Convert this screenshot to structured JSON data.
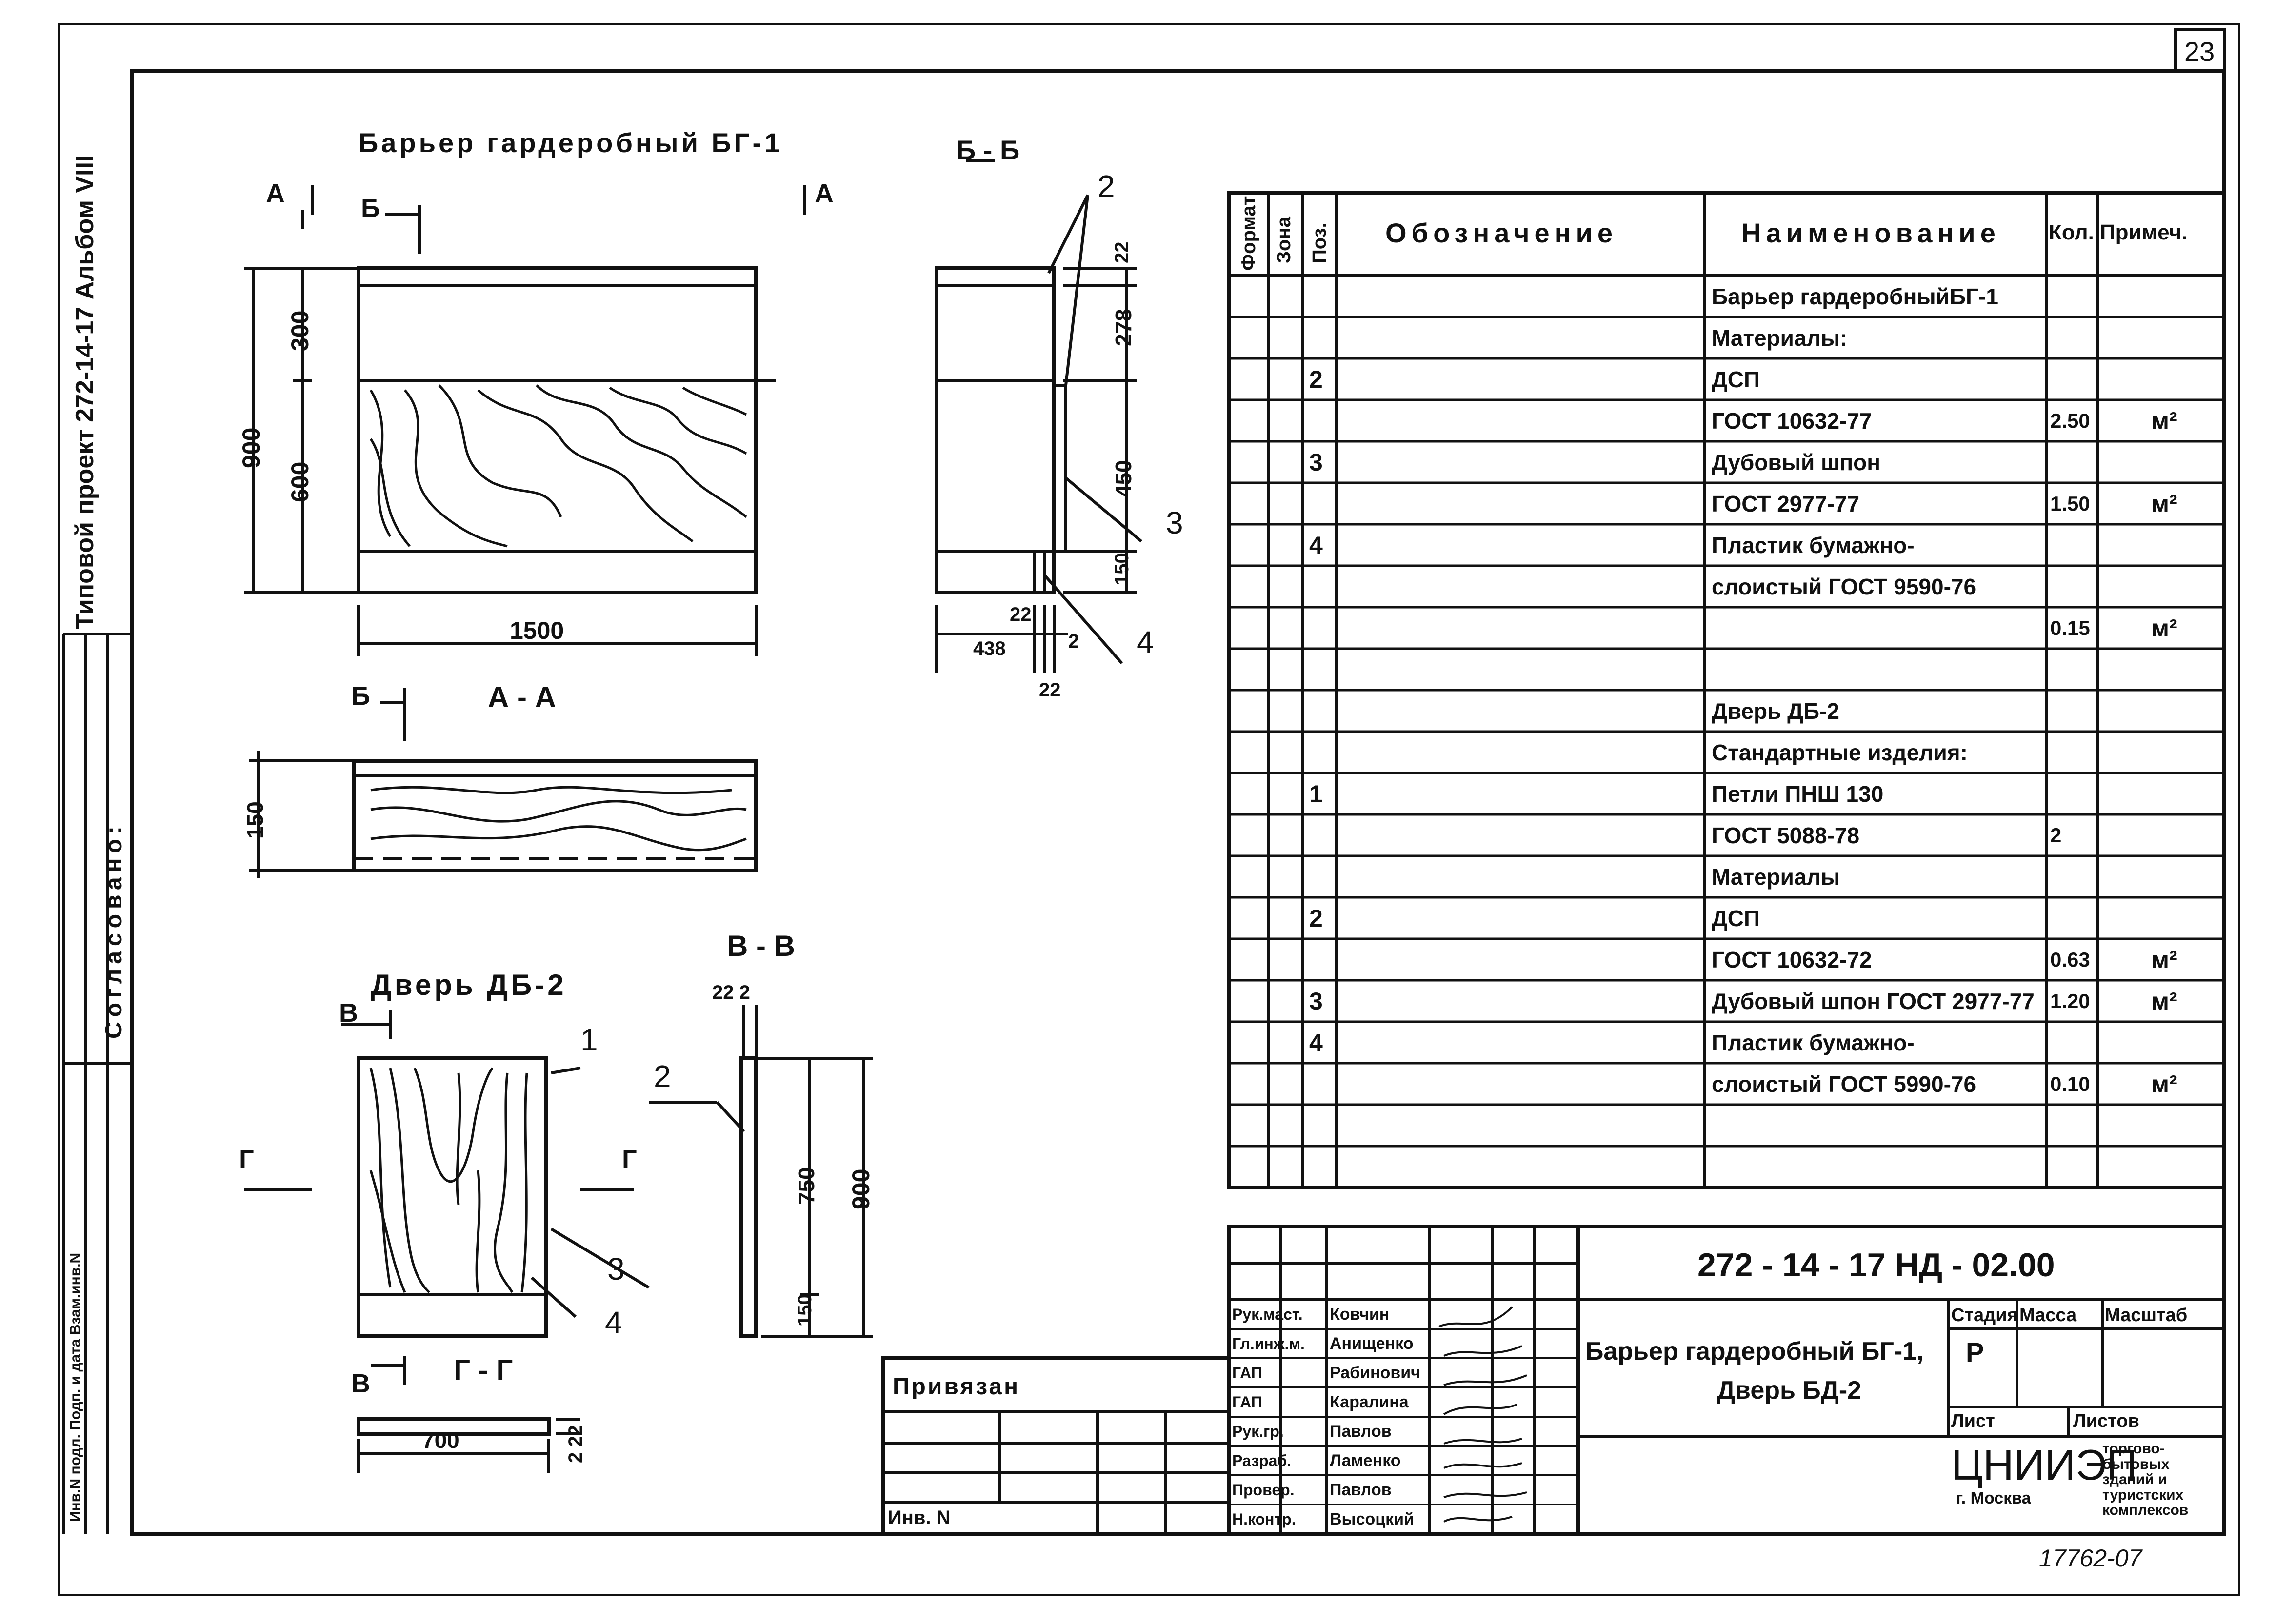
{
  "sheet": {
    "number": "23",
    "project_side": "Типовой проект 272-14-17 Альбом VIII",
    "agreed_side": "Согласовано:",
    "stamp_side": "Инв.N подл. Подп. и дата Взам.инв.N",
    "handwritten_number": "17762-07"
  },
  "views": {
    "barrier_title": "Барьер гардеробный БГ-1",
    "section_bb": "Б - Б",
    "section_aa": "А - А",
    "door_title": "Дверь ДБ-2",
    "section_vv": "В - В",
    "section_gg": "Г - Г",
    "cut_a_left": "А",
    "cut_a_right": "А",
    "cut_b": "Б",
    "cut_b2": "Б",
    "cut_v": "В",
    "cut_v2": "В",
    "cut_g_left": "Г",
    "cut_g_right": "Г"
  },
  "dimensions": {
    "d300": "300",
    "d600": "600",
    "d900": "900",
    "d1500": "1500",
    "d22a": "22",
    "d278": "278",
    "d450": "450",
    "d150a": "150",
    "d438": "438",
    "d22b": "22",
    "d2": "2",
    "d22c": "22",
    "d150b": "150",
    "d22_2": "22  2",
    "d750": "750",
    "d900b": "900",
    "d150c": "150",
    "d700": "700",
    "d2_22": "2 22"
  },
  "callouts": {
    "c2a": "2",
    "c3a": "3",
    "c4a": "4",
    "c1b": "1",
    "c2b": "2",
    "c3b": "3",
    "c4b": "4"
  },
  "spec_table": {
    "headers": {
      "format": "Формат",
      "zone": "Зона",
      "pos": "Поз.",
      "designation": "Обозначение",
      "name": "Наименование",
      "qty": "Кол.",
      "note": "Примеч."
    },
    "rows": [
      {
        "pos": "",
        "name": "Барьер гардеробныйБГ-1",
        "qty": "",
        "note": ""
      },
      {
        "pos": "",
        "name": "Материалы:",
        "qty": "",
        "note": ""
      },
      {
        "pos": "2",
        "name": "ДСП",
        "qty": "",
        "note": ""
      },
      {
        "pos": "",
        "name": "ГОСТ 10632-77",
        "qty": "2.50",
        "note": "м²"
      },
      {
        "pos": "3",
        "name": "Дубовый шпон",
        "qty": "",
        "note": ""
      },
      {
        "pos": "",
        "name": "ГОСТ 2977-77",
        "qty": "1.50",
        "note": "м²"
      },
      {
        "pos": "4",
        "name": "Пластик бумажно-",
        "qty": "",
        "note": ""
      },
      {
        "pos": "",
        "name": "слоистый ГОСТ 9590-76",
        "qty": "",
        "note": ""
      },
      {
        "pos": "",
        "name": "",
        "qty": "0.15",
        "note": "м²"
      },
      {
        "pos": "",
        "name": "",
        "qty": "",
        "note": ""
      },
      {
        "pos": "",
        "name": "Дверь ДБ-2",
        "qty": "",
        "note": ""
      },
      {
        "pos": "",
        "name": "Стандартные изделия:",
        "qty": "",
        "note": ""
      },
      {
        "pos": "1",
        "name": "Петли ПНШ 130",
        "qty": "",
        "note": ""
      },
      {
        "pos": "",
        "name": "ГОСТ 5088-78",
        "qty": "2",
        "note": ""
      },
      {
        "pos": "",
        "name": "Материалы",
        "qty": "",
        "note": ""
      },
      {
        "pos": "2",
        "name": "ДСП",
        "qty": "",
        "note": ""
      },
      {
        "pos": "",
        "name": "ГОСТ 10632-72",
        "qty": "0.63",
        "note": "м²"
      },
      {
        "pos": "3",
        "name": "Дубовый шпон ГОСТ 2977-77",
        "qty": "1.20",
        "note": "м²"
      },
      {
        "pos": "4",
        "name": "Пластик бумажно-",
        "qty": "",
        "note": ""
      },
      {
        "pos": "",
        "name": "слоистый ГОСТ 5990-76",
        "qty": "0.10",
        "note": "м²"
      },
      {
        "pos": "",
        "name": "",
        "qty": "",
        "note": ""
      },
      {
        "pos": "",
        "name": "",
        "qty": "",
        "note": ""
      }
    ]
  },
  "title_block": {
    "code": "272 - 14 - 17  НД - 02.00",
    "title_line1": "Барьер гардеробный БГ-1,",
    "title_line2": "Дверь БД-2",
    "stage_header": "Стадия",
    "mass_header": "Масса",
    "scale_header": "Масштаб",
    "stage_value": "Р",
    "sheet_label": "Лист",
    "sheets_label": "Листов",
    "org_name": "ЦНИИЭП",
    "org_city": "г. Москва",
    "org_desc": "торгово-бытовых зданий и туристских комплексов",
    "staff": [
      {
        "role": "Рук.маст.",
        "name": "Ковчин"
      },
      {
        "role": "Гл.инж.м.",
        "name": "Анищенко"
      },
      {
        "role": "ГАП",
        "name": "Рабинович"
      },
      {
        "role": "ГАП",
        "name": "Каралина"
      },
      {
        "role": "Рук.гр.",
        "name": "Павлов"
      },
      {
        "role": "Разраб.",
        "name": "Ламенко"
      },
      {
        "role": "Провер.",
        "name": "Павлов"
      },
      {
        "role": "Н.контр.",
        "name": "Высоцкий"
      }
    ],
    "bound_label": "Привязан",
    "inv_label": "Инв. N"
  }
}
